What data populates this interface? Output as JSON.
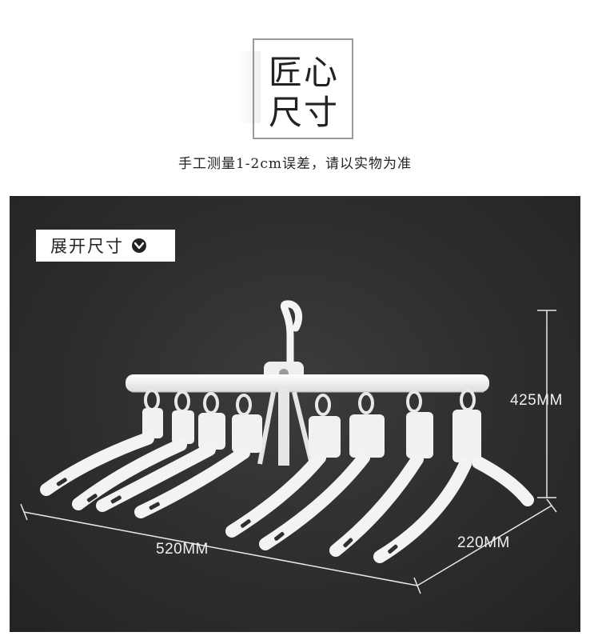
{
  "header": {
    "title_line1": "匠心",
    "title_line2": "尺寸",
    "subtitle": "手工测量1-2cm误差，请以实物为准"
  },
  "panel": {
    "label": "展开尺寸",
    "label_icon": "chevron-down-circle-icon",
    "dimensions": {
      "height": "425MM",
      "width": "520MM",
      "depth": "220MM"
    }
  },
  "colors": {
    "panel_background": "#2d2d2d",
    "hanger_white": "#f4f4f4",
    "text_dark": "#222222",
    "text_light": "#f0f0f0"
  }
}
